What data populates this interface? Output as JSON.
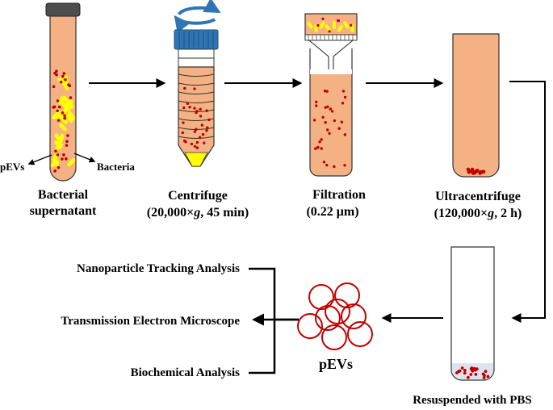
{
  "steps": {
    "supernatant": {
      "line1": "Bacterial",
      "line2": "supernatant"
    },
    "centrifuge": {
      "line1": "Centrifuge",
      "line2_pre": "(20,000×",
      "line2_g": "g",
      "line2_post": ", 45 min)"
    },
    "filtration": {
      "line1": "Filtration",
      "line2": "(0.22 μm)"
    },
    "ultracentrifuge": {
      "line1": "Ultracentrifuge",
      "line2_pre": "(120,000×",
      "line2_g": "g",
      "line2_post": ", 2 h)"
    },
    "resuspended": {
      "label": "Resuspended with PBS"
    },
    "pevs": {
      "label": "pEVs"
    }
  },
  "tube_labels": {
    "pevs": "pEVs",
    "bacteria": "Bacteria"
  },
  "analyses": [
    "Nanoparticle Tracking Analysis",
    "Transmission Electron Microscope",
    "Biochemical Analysis"
  ],
  "colors": {
    "medium": "#f4b183",
    "vesicle": "#c00000",
    "bacteria": "#ffff00",
    "cap": "#2e75b6",
    "arrow": "#000000"
  }
}
